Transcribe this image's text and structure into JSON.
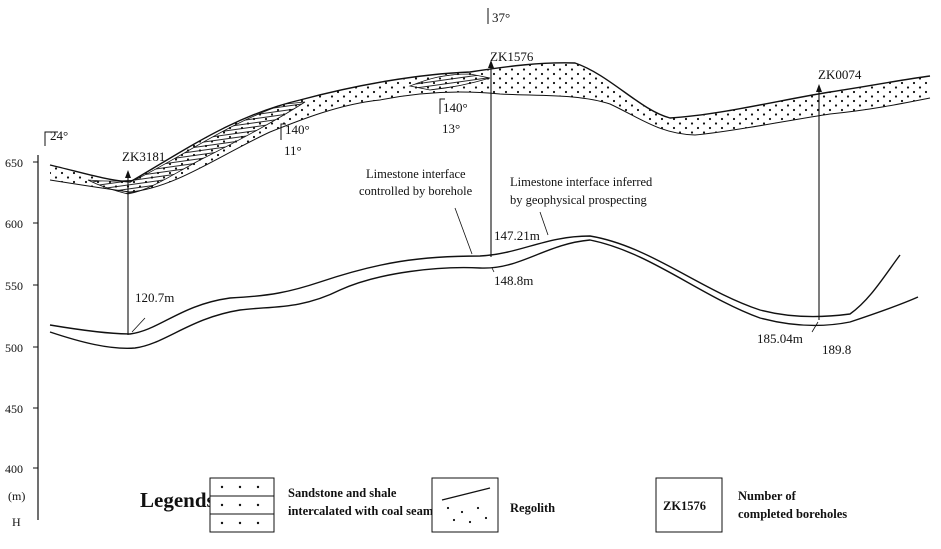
{
  "axis": {
    "ticks": [
      "650",
      "600",
      "550",
      "500",
      "450",
      "400"
    ],
    "unit": "(m)",
    "label": "H"
  },
  "dips": {
    "left": "24°",
    "top": "37°",
    "mid_a_dir": "140°",
    "mid_a_angle": "11°",
    "mid_b_dir": "140°",
    "mid_b_angle": "13°"
  },
  "boreholes": [
    {
      "id": "ZK3181",
      "depth": "120.7m"
    },
    {
      "id": "ZK1576",
      "depth_upper": "147.21m",
      "depth_lower": "148.8m"
    },
    {
      "id": "ZK0074",
      "depth_upper": "185.04m",
      "depth_lower": "189.8"
    }
  ],
  "annotations": {
    "controlled_line1": "Limestone interface",
    "controlled_line2": "controlled by borehole",
    "inferred_line1": "Limestone interface inferred",
    "inferred_line2": "by geophysical prospecting"
  },
  "legend": {
    "title": "Legends",
    "item1_line1": "Sandstone and shale",
    "item1_line2": "intercalated with coal seam",
    "item2": "Regolith",
    "item3_box": "ZK1576",
    "item3_line1": "Number of",
    "item3_line2": "completed boreholes"
  }
}
